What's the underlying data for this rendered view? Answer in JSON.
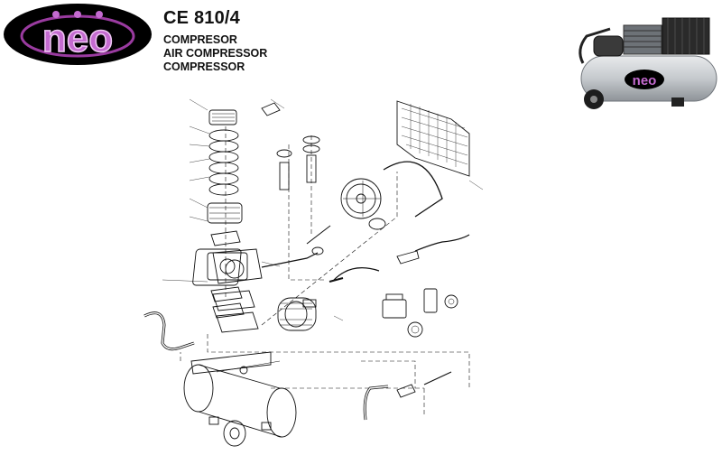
{
  "header": {
    "logo_text": "neo",
    "model": "CE 810/4",
    "names": [
      "COMPRESOR",
      "AIR COMPRESSOR",
      "COMPRESSOR"
    ]
  },
  "photo": {
    "badge_text": "neo"
  },
  "colors": {
    "logo_fill": "#000000",
    "logo_ring": "#9a3ba0",
    "logo_letters": "#c46bd0",
    "photo_tank": "#c9cdd1",
    "ink": "#111111"
  }
}
